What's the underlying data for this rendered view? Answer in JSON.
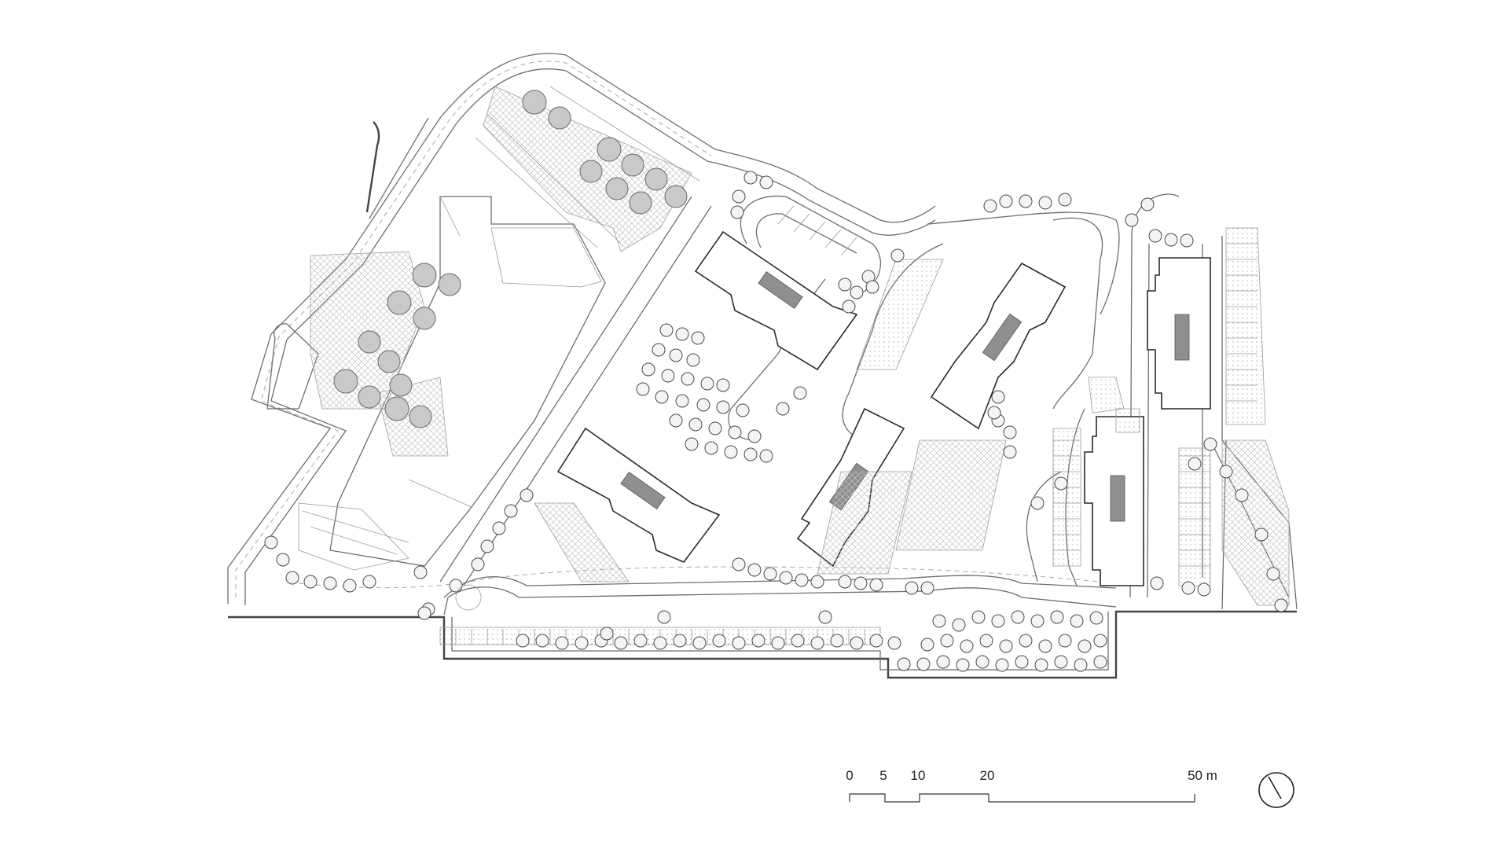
{
  "scale_bar": {
    "ticks": [
      "0",
      "5",
      "10",
      "20",
      "50 m"
    ]
  },
  "north_arrow": {
    "icon": "north-arrow-icon"
  },
  "colors": {
    "building_outline": "#2a2a2a",
    "building_core": "#8f8f8f",
    "linework": "#6e6e6e",
    "tree_fill": "#f4f4f4",
    "courtyard_tree_fill": "#c9c9c9"
  }
}
